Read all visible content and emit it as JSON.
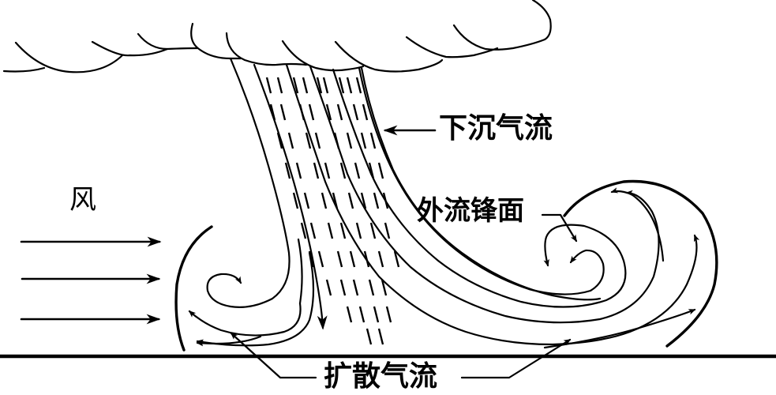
{
  "diagram": {
    "title": "Downburst airflow schematic",
    "labels": {
      "wind": "风",
      "downdraft": "下沉气流",
      "outflow_front": "外流锋面",
      "divergent_flow": "扩散气流"
    },
    "elements": {
      "cloud": "cumulonimbus-cloud-base",
      "rain_shaft": "downdraft-column-with-rain-streaks",
      "ground": "ground-line",
      "wind_arrows_count": 3,
      "left_vortex": "gust-front-roll-left",
      "right_vortex": "gust-front-roll-right"
    },
    "colors": {
      "ink": "#000000",
      "background": "#ffffff"
    }
  }
}
